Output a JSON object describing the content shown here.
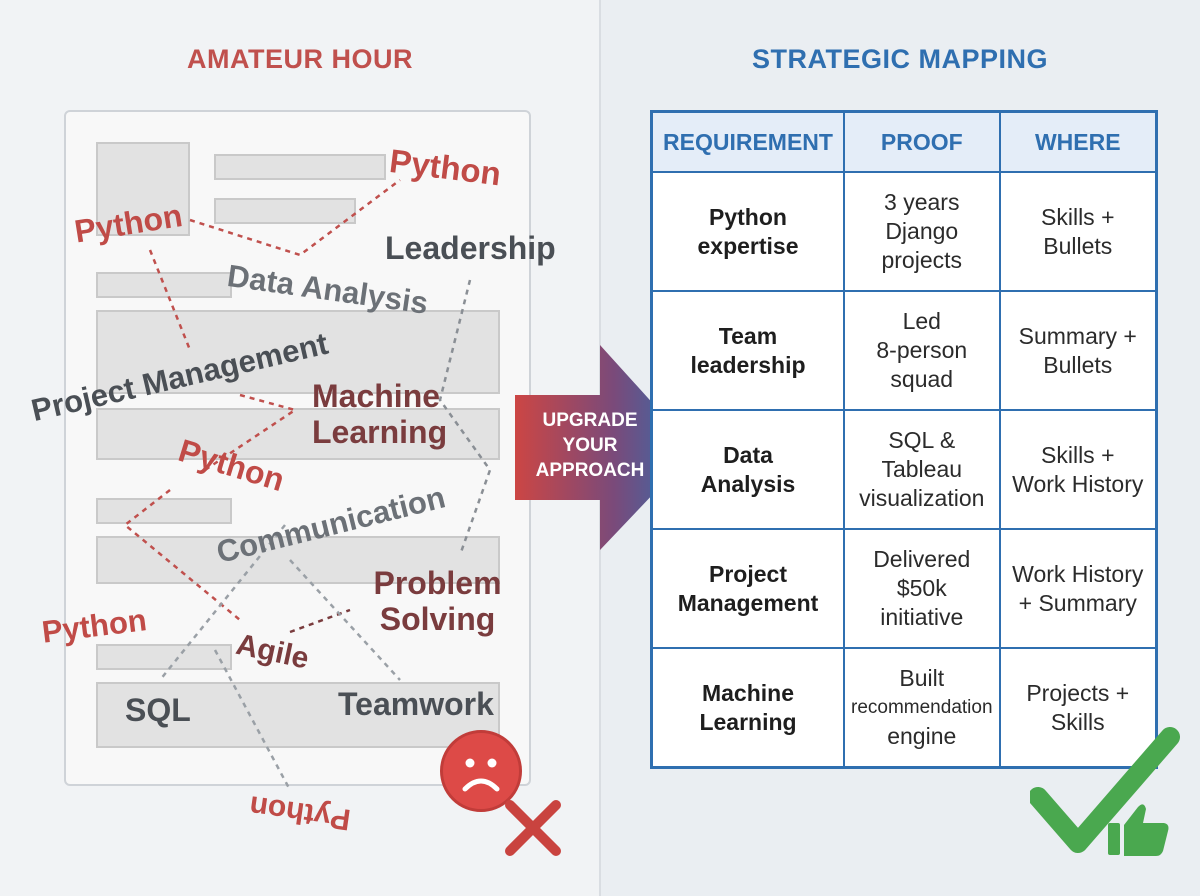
{
  "left_panel": {
    "heading": "AMATEUR HOUR",
    "scattered_keywords": [
      "Python",
      "Python",
      "Leadership",
      "Data Analysis",
      "Project Management",
      "Machine Learning",
      "Python",
      "Communication",
      "Problem Solving",
      "Python",
      "Agile",
      "SQL",
      "Teamwork",
      "Python"
    ],
    "status_icon": "sad-face-icon",
    "status_mark": "x-icon"
  },
  "arrow": {
    "label_lines": [
      "UPGRADE",
      "YOUR",
      "APPROACH"
    ]
  },
  "right_panel": {
    "heading": "STRATEGIC MAPPING",
    "table": {
      "headers": [
        "REQUIREMENT",
        "PROOF",
        "WHERE"
      ],
      "rows": [
        {
          "requirement": [
            "Python",
            "expertise"
          ],
          "proof": [
            "3 years",
            "Django",
            "projects"
          ],
          "where": [
            "Skills +",
            "Bullets"
          ]
        },
        {
          "requirement": [
            "Team",
            "leadership"
          ],
          "proof": [
            "Led",
            "8-person",
            "squad"
          ],
          "where": [
            "Summary +",
            "Bullets"
          ]
        },
        {
          "requirement": [
            "Data",
            "Analysis"
          ],
          "proof": [
            "SQL &",
            "Tableau",
            "visualization"
          ],
          "where": [
            "Skills +",
            "Work History"
          ]
        },
        {
          "requirement": [
            "Project",
            "Management"
          ],
          "proof": [
            "Delivered",
            "$50k",
            "initiative"
          ],
          "where": [
            "Work History",
            "+ Summary"
          ]
        },
        {
          "requirement": [
            "Machine",
            "Learning"
          ],
          "proof": [
            "Built",
            "recommendation",
            "engine"
          ],
          "where": [
            "Projects +",
            "Skills"
          ]
        }
      ]
    },
    "status_icon": "check-mark-icon",
    "status_badge": "thumbs-up-icon"
  },
  "colors": {
    "amateur_red": "#c0504d",
    "strategic_blue": "#2f6fb0",
    "check_green": "#4aa84f"
  }
}
